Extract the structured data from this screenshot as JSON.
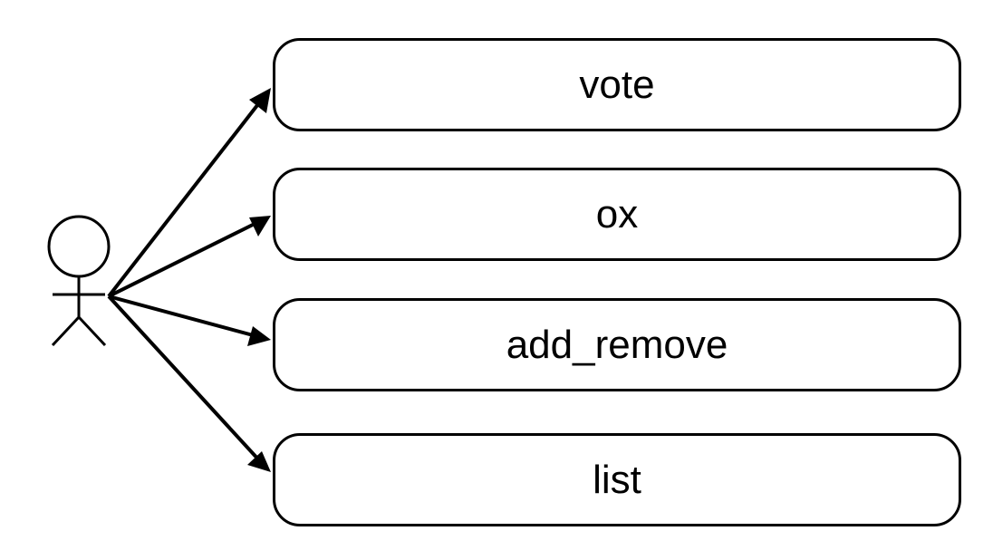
{
  "actor": {
    "icon": "stick-figure-actor-icon"
  },
  "use_cases": [
    {
      "label": "vote"
    },
    {
      "label": "ox"
    },
    {
      "label": "add_remove"
    },
    {
      "label": "list"
    }
  ],
  "colors": {
    "stroke": "#000000",
    "background": "#ffffff"
  }
}
